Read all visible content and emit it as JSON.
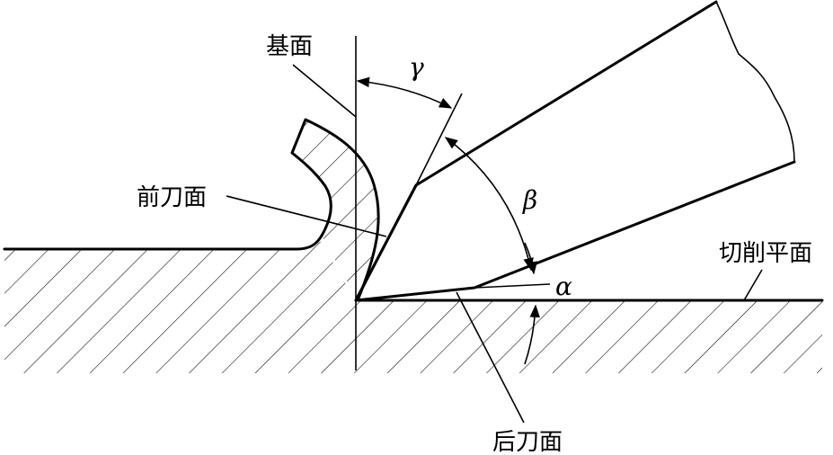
{
  "labels": {
    "base_plane": "基面",
    "rake_face": "前刀面",
    "cutting_plane": "切削平面",
    "flank_face": "后刀面",
    "gamma": "γ",
    "beta": "β",
    "alpha": "α"
  },
  "colors": {
    "ink": "#000000",
    "background": "#ffffff"
  }
}
